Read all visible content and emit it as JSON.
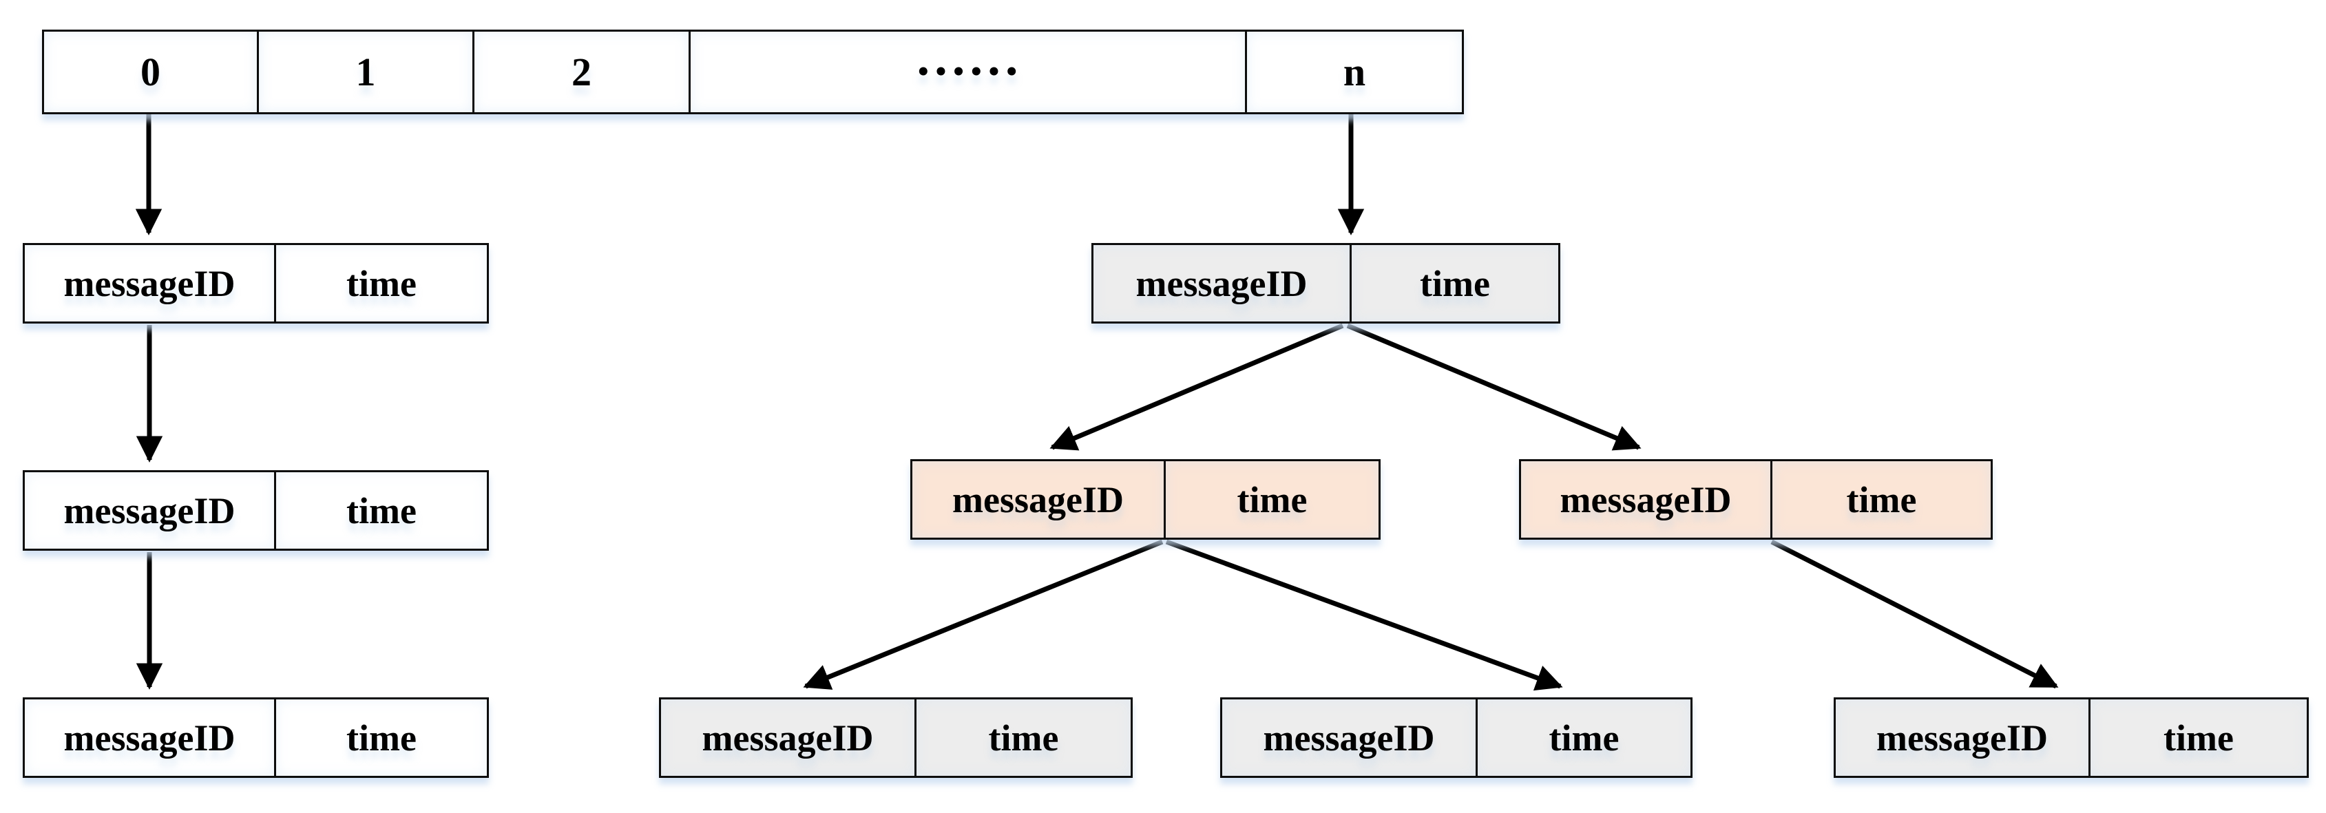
{
  "array": {
    "cells": [
      "0",
      "1",
      "2",
      "······",
      "n"
    ]
  },
  "nodes": [
    {
      "key": "bucket0-node-1",
      "id": "messageID",
      "time": "time"
    },
    {
      "key": "bucket0-node-2",
      "id": "messageID",
      "time": "time"
    },
    {
      "key": "bucket0-node-3",
      "id": "messageID",
      "time": "time"
    },
    {
      "key": "bucketn-root",
      "id": "messageID",
      "time": "time"
    },
    {
      "key": "tree-left",
      "id": "messageID",
      "time": "time"
    },
    {
      "key": "tree-right",
      "id": "messageID",
      "time": "time"
    },
    {
      "key": "leaf-1",
      "id": "messageID",
      "time": "time"
    },
    {
      "key": "leaf-2",
      "id": "messageID",
      "time": "time"
    },
    {
      "key": "leaf-3",
      "id": "messageID",
      "time": "time"
    }
  ],
  "colors": {
    "node_white": "#ffffff",
    "node_gray": "#ededed",
    "node_peach": "#fbe5d6",
    "border": "#0d0d0d",
    "arrow": "#000000",
    "shadow_glow": "#c6daf0",
    "background": "#ffffff"
  }
}
